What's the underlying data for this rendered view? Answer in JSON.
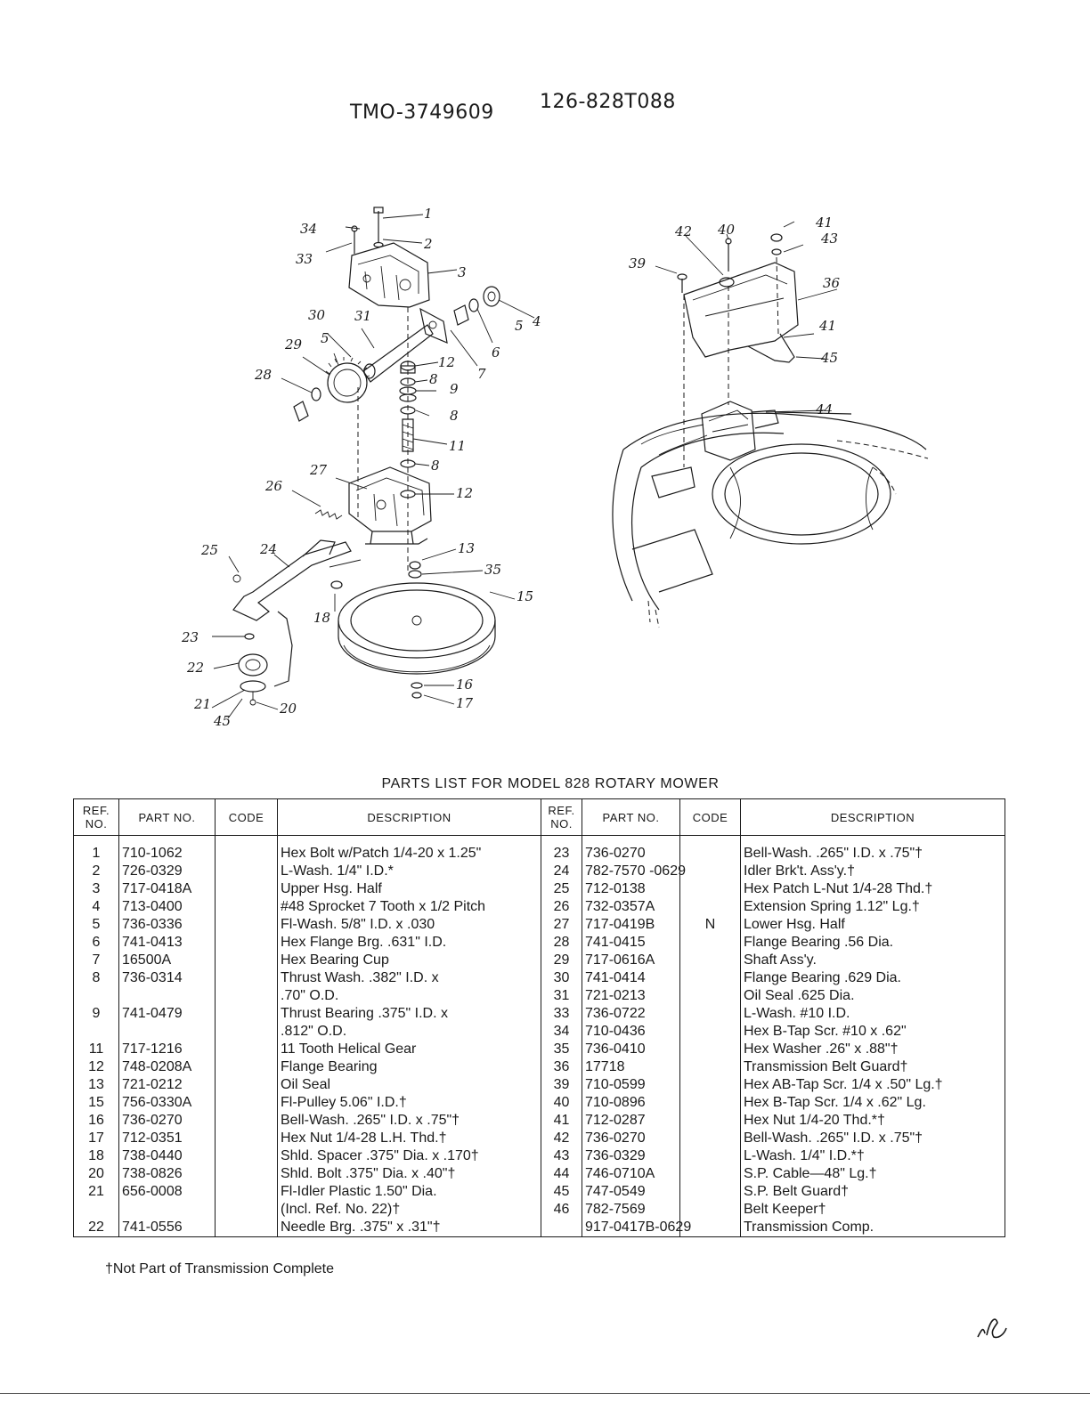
{
  "header": {
    "tmo_number": "TMO-3749609",
    "model_number": "126-828T088"
  },
  "diagram": {
    "left_callouts": [
      "34",
      "1",
      "33",
      "2",
      "3",
      "4",
      "5",
      "6",
      "7",
      "30",
      "31",
      "5",
      "29",
      "12",
      "28",
      "8",
      "9",
      "8",
      "11",
      "27",
      "8",
      "26",
      "12",
      "25",
      "24",
      "13",
      "35",
      "18",
      "15",
      "23",
      "22",
      "16",
      "21",
      "17",
      "45",
      "20"
    ],
    "right_callouts": [
      "42",
      "40",
      "41",
      "43",
      "39",
      "36",
      "41",
      "45",
      "44"
    ]
  },
  "parts_list": {
    "title": "PARTS LIST FOR MODEL 828 ROTARY MOWER",
    "headers": {
      "ref_no": "REF. NO.",
      "part_no": "PART NO.",
      "code": "CODE",
      "description": "DESCRIPTION"
    },
    "rows": [
      {
        "left": {
          "ref": "1",
          "part": "710-1062",
          "code": "",
          "desc": "Hex Bolt w/Patch 1/4-20 x 1.25\""
        },
        "right": {
          "ref": "23",
          "part": "736-0270",
          "code": "",
          "desc": "Bell-Wash. .265\" I.D. x .75\"†"
        }
      },
      {
        "left": {
          "ref": "2",
          "part": "726-0329",
          "code": "",
          "desc": "L-Wash. 1/4\" I.D.*"
        },
        "right": {
          "ref": "24",
          "part": "782-7570 -0629",
          "code": "",
          "desc": "Idler Brk't. Ass'y.†"
        }
      },
      {
        "left": {
          "ref": "3",
          "part": "717-0418A",
          "code": "",
          "desc": "Upper Hsg. Half"
        },
        "right": {
          "ref": "25",
          "part": "712-0138",
          "code": "",
          "desc": "Hex Patch L-Nut 1/4-28 Thd.†"
        }
      },
      {
        "left": {
          "ref": "4",
          "part": "713-0400",
          "code": "",
          "desc": "#48 Sprocket 7 Tooth x 1/2 Pitch"
        },
        "right": {
          "ref": "26",
          "part": "732-0357A",
          "code": "",
          "desc": "Extension Spring 1.12\" Lg.†"
        }
      },
      {
        "left": {
          "ref": "5",
          "part": "736-0336",
          "code": "",
          "desc": "Fl-Wash. 5/8\" I.D. x .030"
        },
        "right": {
          "ref": "27",
          "part": "717-0419B",
          "code": "N",
          "desc": "Lower Hsg. Half"
        }
      },
      {
        "left": {
          "ref": "6",
          "part": "741-0413",
          "code": "",
          "desc": "Hex Flange Brg. .631\" I.D."
        },
        "right": {
          "ref": "28",
          "part": "741-0415",
          "code": "",
          "desc": "Flange Bearing .56 Dia."
        }
      },
      {
        "left": {
          "ref": "7",
          "part": "16500A",
          "code": "",
          "desc": "Hex Bearing Cup"
        },
        "right": {
          "ref": "29",
          "part": "717-0616A",
          "code": "",
          "desc": "Shaft Ass'y."
        }
      },
      {
        "left": {
          "ref": "8",
          "part": "736-0314",
          "code": "",
          "desc": "Thrust Wash. .382\" I.D. x"
        },
        "right": {
          "ref": "30",
          "part": "741-0414",
          "code": "",
          "desc": "Flange Bearing .629 Dia."
        }
      },
      {
        "left": {
          "ref": "",
          "part": "",
          "code": "",
          "desc": "   .70\" O.D."
        },
        "right": {
          "ref": "31",
          "part": "721-0213",
          "code": "",
          "desc": "Oil Seal .625 Dia."
        }
      },
      {
        "left": {
          "ref": "9",
          "part": "741-0479",
          "code": "",
          "desc": "Thrust Bearing .375\" I.D. x"
        },
        "right": {
          "ref": "33",
          "part": "736-0722",
          "code": "",
          "desc": "L-Wash. #10 I.D."
        }
      },
      {
        "left": {
          "ref": "",
          "part": "",
          "code": "",
          "desc": "   .812\" O.D."
        },
        "right": {
          "ref": "34",
          "part": "710-0436",
          "code": "",
          "desc": "Hex B-Tap Scr. #10 x .62\""
        }
      },
      {
        "left": {
          "ref": "11",
          "part": "717-1216",
          "code": "",
          "desc": "11 Tooth Helical Gear"
        },
        "right": {
          "ref": "35",
          "part": "736-0410",
          "code": "",
          "desc": "Hex Washer .26\" x .88\"†"
        }
      },
      {
        "left": {
          "ref": "12",
          "part": "748-0208A",
          "code": "",
          "desc": "Flange Bearing"
        },
        "right": {
          "ref": "36",
          "part": "17718",
          "code": "",
          "desc": "Transmission Belt Guard†"
        }
      },
      {
        "left": {
          "ref": "13",
          "part": "721-0212",
          "code": "",
          "desc": "Oil Seal"
        },
        "right": {
          "ref": "39",
          "part": "710-0599",
          "code": "",
          "desc": "Hex AB-Tap Scr. 1/4 x .50\" Lg.†"
        }
      },
      {
        "left": {
          "ref": "15",
          "part": "756-0330A",
          "code": "",
          "desc": "Fl-Pulley 5.06\" I.D.†"
        },
        "right": {
          "ref": "40",
          "part": "710-0896",
          "code": "",
          "desc": "Hex B-Tap Scr. 1/4 x .62\" Lg."
        }
      },
      {
        "left": {
          "ref": "16",
          "part": "736-0270",
          "code": "",
          "desc": "Bell-Wash. .265\" I.D. x .75\"†"
        },
        "right": {
          "ref": "41",
          "part": "712-0287",
          "code": "",
          "desc": "Hex Nut 1/4-20 Thd.*†"
        }
      },
      {
        "left": {
          "ref": "17",
          "part": "712-0351",
          "code": "",
          "desc": "Hex Nut 1/4-28 L.H. Thd.†"
        },
        "right": {
          "ref": "42",
          "part": "736-0270",
          "code": "",
          "desc": "Bell-Wash. .265\" I.D. x .75\"†"
        }
      },
      {
        "left": {
          "ref": "18",
          "part": "738-0440",
          "code": "",
          "desc": "Shld. Spacer .375\" Dia. x .170†"
        },
        "right": {
          "ref": "43",
          "part": "736-0329",
          "code": "",
          "desc": "L-Wash. 1/4\" I.D.*†"
        }
      },
      {
        "left": {
          "ref": "20",
          "part": "738-0826",
          "code": "",
          "desc": "Shld. Bolt .375\" Dia. x .40\"†"
        },
        "right": {
          "ref": "44",
          "part": "746-0710A",
          "code": "",
          "desc": "S.P. Cable—48\" Lg.†"
        }
      },
      {
        "left": {
          "ref": "21",
          "part": "656-0008",
          "code": "",
          "desc": "Fl-Idler Plastic 1.50\" Dia."
        },
        "right": {
          "ref": "45",
          "part": "747-0549",
          "code": "",
          "desc": "S.P. Belt Guard†"
        }
      },
      {
        "left": {
          "ref": "",
          "part": "",
          "code": "",
          "desc": "   (Incl. Ref. No. 22)†"
        },
        "right": {
          "ref": "46",
          "part": "782-7569",
          "code": "",
          "desc": "Belt Keeper†"
        }
      },
      {
        "left": {
          "ref": "22",
          "part": "741-0556",
          "code": "",
          "desc": "Needle Brg. .375\" x .31\"†"
        },
        "right": {
          "ref": "",
          "part": "917-0417B-0629",
          "code": "",
          "desc": "Transmission Comp."
        }
      }
    ]
  },
  "footnote": "†Not Part of Transmission Complete"
}
